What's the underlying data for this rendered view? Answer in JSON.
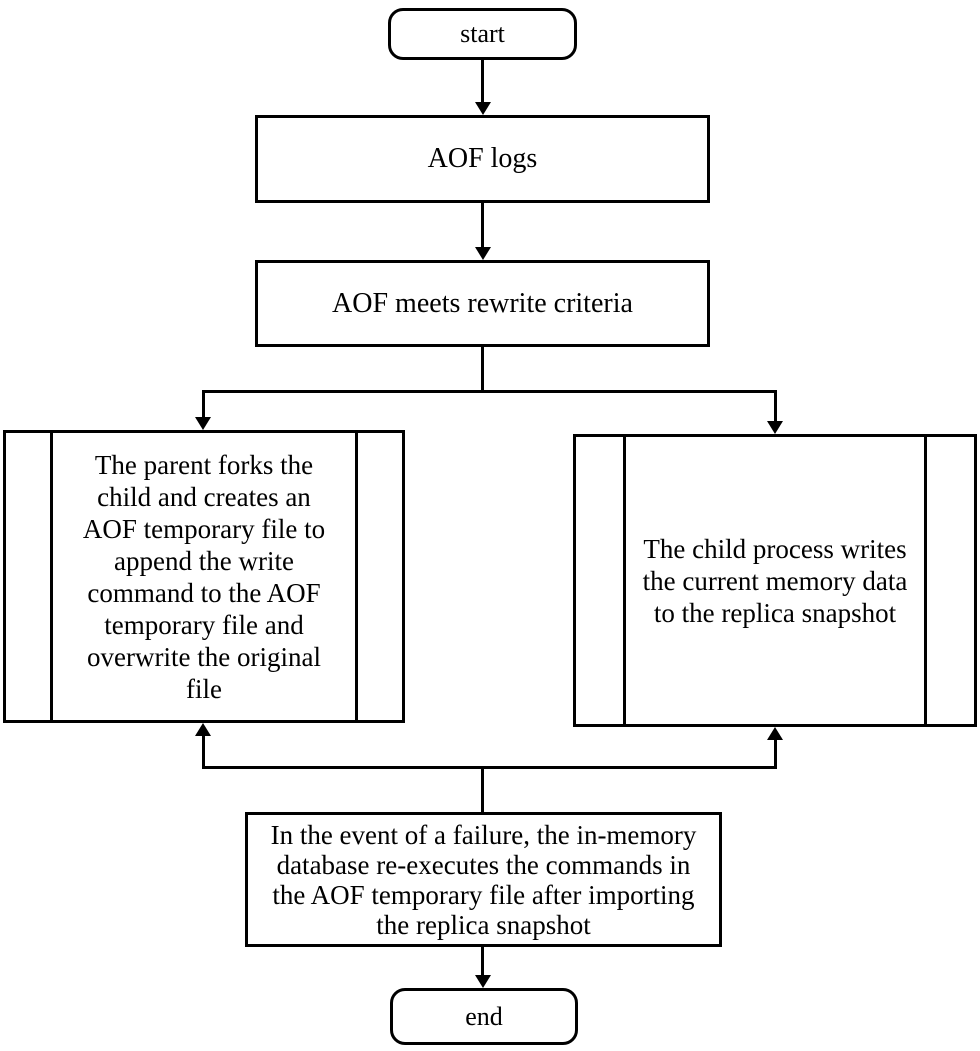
{
  "diagram_type": "flowchart",
  "colors": {
    "line": "#000000",
    "text": "#000000",
    "background": "#ffffff"
  },
  "nodes": {
    "start": {
      "label": "start",
      "shape": "terminator"
    },
    "aof_logs": {
      "label": "AOF logs",
      "shape": "process"
    },
    "rewrite_criteria": {
      "label": "AOF meets rewrite criteria",
      "shape": "process"
    },
    "parent_forks": {
      "label": "The parent forks the\nchild and creates an\nAOF temporary file to\nappend the write\ncommand to the AOF\ntemporary file and\noverwrite the original\nfile",
      "shape": "predefined-process"
    },
    "child_writes": {
      "label": "The child process writes\nthe current memory data\nto the replica snapshot",
      "shape": "predefined-process"
    },
    "failure_recovery": {
      "label": "In the event of a failure, the in-memory\ndatabase re-executes the commands in\nthe AOF temporary file after importing\nthe replica snapshot",
      "shape": "process"
    },
    "end": {
      "label": "end",
      "shape": "terminator"
    }
  },
  "edges": [
    {
      "from": "start",
      "to": "aof_logs",
      "arrow_into": "aof_logs"
    },
    {
      "from": "aof_logs",
      "to": "rewrite_criteria",
      "arrow_into": "rewrite_criteria"
    },
    {
      "from": "rewrite_criteria",
      "to": "parent_forks",
      "arrow_into": "parent_forks"
    },
    {
      "from": "rewrite_criteria",
      "to": "child_writes",
      "arrow_into": "child_writes"
    },
    {
      "from": "failure_recovery",
      "to": "parent_forks",
      "arrow_into": "parent_forks"
    },
    {
      "from": "failure_recovery",
      "to": "child_writes",
      "arrow_into": "child_writes"
    },
    {
      "from": "failure_recovery",
      "to": "end",
      "arrow_into": "end"
    }
  ]
}
